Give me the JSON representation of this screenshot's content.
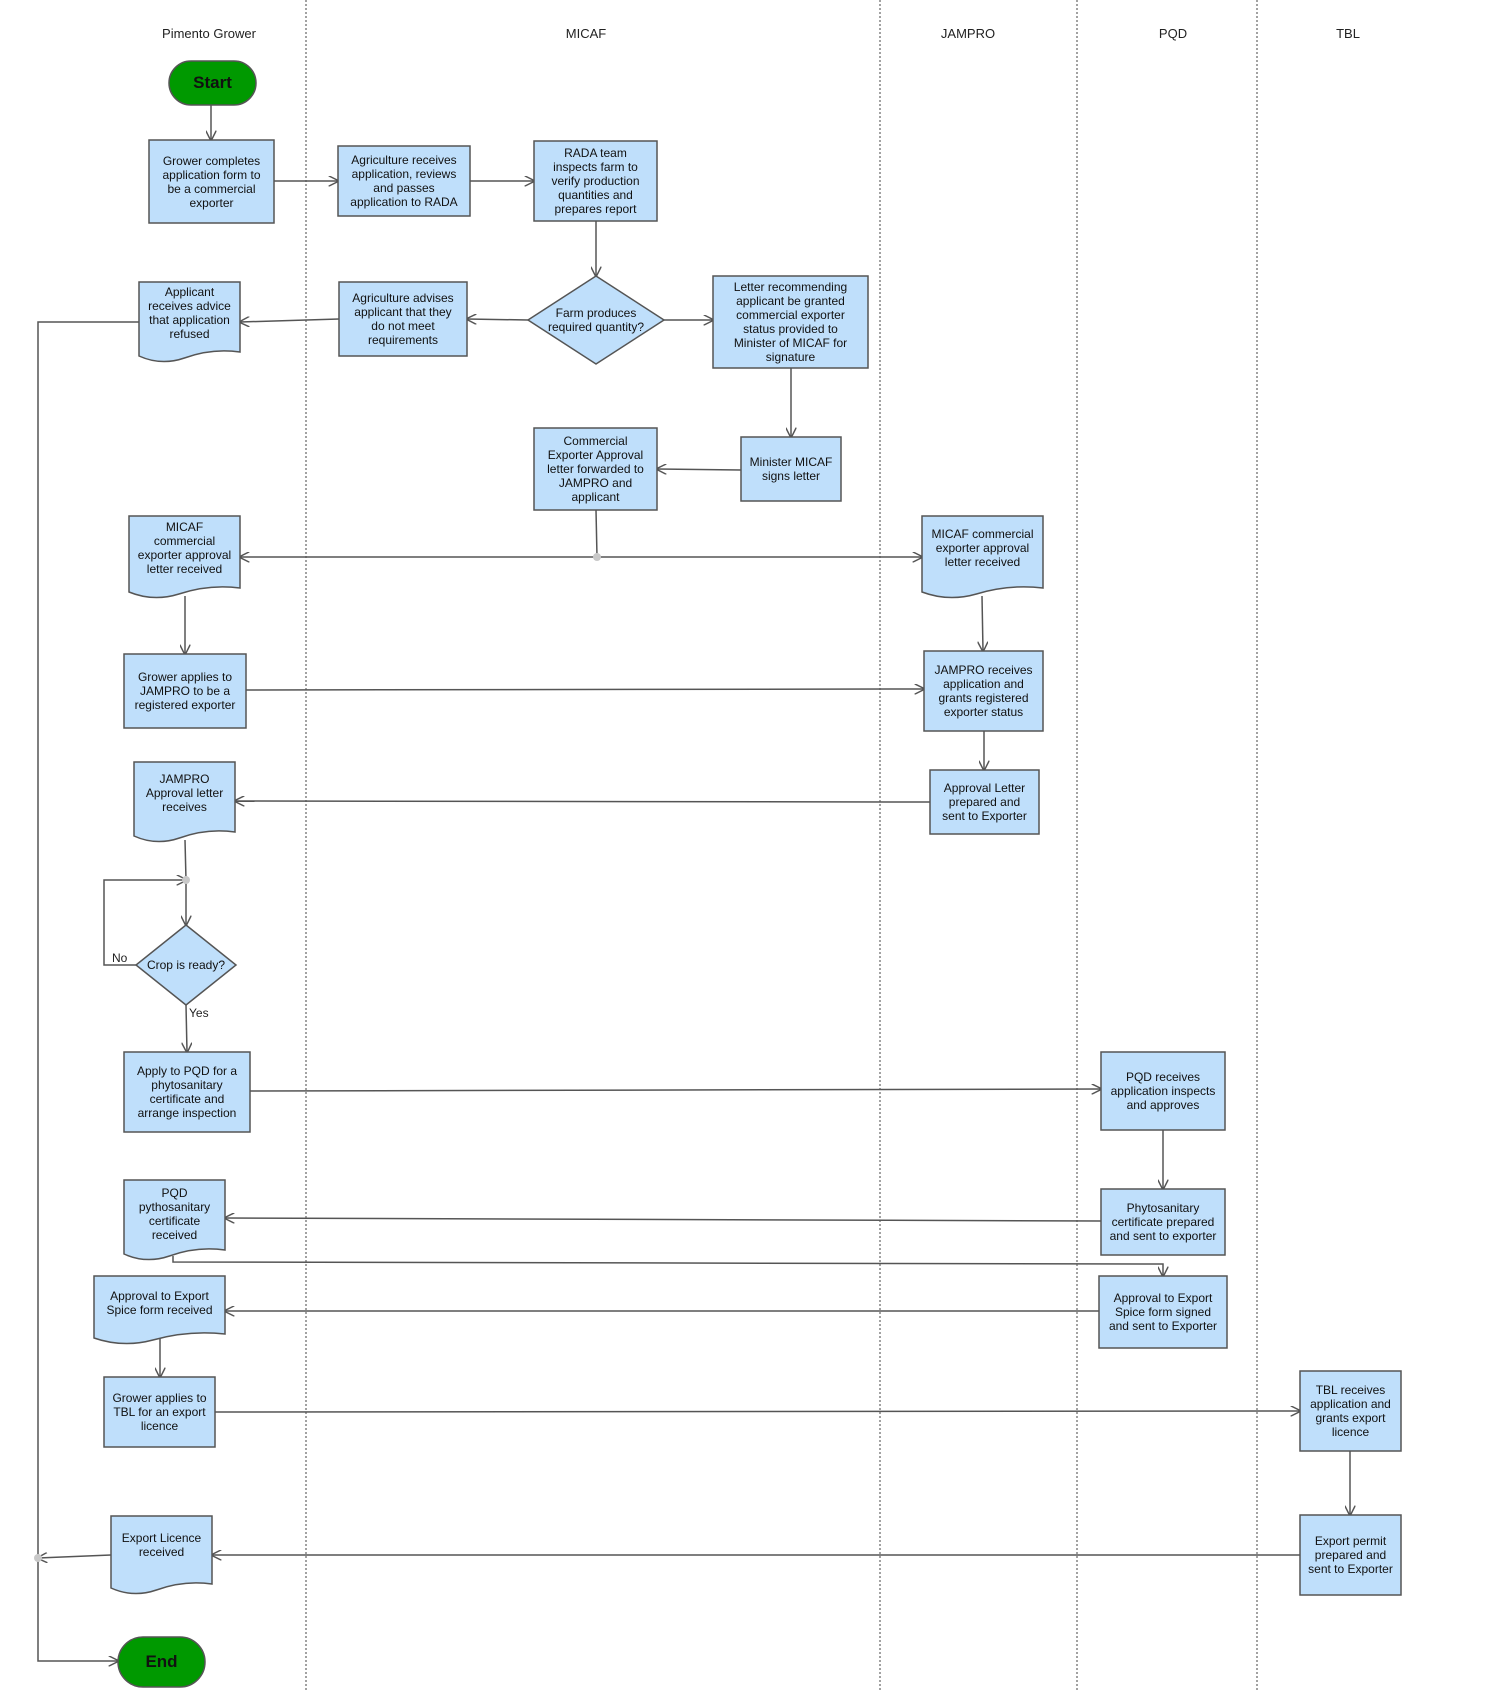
{
  "lanes": [
    "Pimento Grower",
    "MICAF",
    "JAMPRO",
    "PQD",
    "TBL"
  ],
  "nodes": {
    "start": "Start",
    "end": "End",
    "grower_apply": "Grower completes\napplication form to\nbe a commercial\nexporter",
    "agri_receives": "Agriculture receives\napplication, reviews\nand passes\napplication to RADA",
    "rada_inspect": "RADA team\ninspects farm to\nverify production\nquantities and\nprepares report",
    "decision_quantity": "Farm produces\nrequired quantity?",
    "agri_advises": "Agriculture advises\napplicant that they\ndo not meet\nrequirements",
    "refused": "Applicant\nreceives advice\nthat application\nrefused",
    "letter_recommend": "Letter recommending\napplicant be granted\ncommercial exporter\nstatus provided to\nMinister of  MICAF for\nsignature",
    "minister_signs": "Minister MICAF\nsigns letter",
    "approval_forwarded": "Commercial\nExporter Approval\nletter forwarded to\nJAMPRO and\napplicant",
    "micaf_letter_grower": "MICAF\ncommercial\nexporter approval\nletter received",
    "micaf_letter_jampro": "MICAF commercial\nexporter approval\nletter received",
    "grower_jampro": "Grower applies to\nJAMPRO to be a\nregistered exporter",
    "jampro_receives": "JAMPRO receives\napplication and\ngrants registered\nexporter status",
    "jampro_letter_sent": "Approval Letter\nprepared and\nsent to Exporter",
    "jampro_letter_received": "JAMPRO\nApproval letter\nreceives",
    "decision_crop": "Crop is ready?",
    "apply_pqd": "Apply to PQD for a\nphytosanitary\ncertificate and\narrange inspection",
    "pqd_receives": "PQD receives\napplication inspects\nand approves",
    "phyto_prepared": "Phytosanitary\ncertificate prepared\nand sent to exporter",
    "pqd_cert_received": "PQD\npythosanitary\ncertificate\nreceived",
    "spice_signed": "Approval to Export\nSpice form signed\nand sent to Exporter",
    "spice_received": "Approval to Export\nSpice form received",
    "grower_tbl": "Grower applies to\nTBL for an export\nlicence",
    "tbl_receives": "TBL receives\napplication and\ngrants export\nlicence",
    "export_permit": "Export permit\nprepared and\nsent to Exporter",
    "licence_received": "Export Licence\nreceived"
  },
  "edge_labels": {
    "no": "No",
    "yes": "Yes"
  },
  "colors": {
    "process_fill": "#bfdffb",
    "process_stroke": "#555555",
    "terminator_fill": "#009900",
    "line": "#555555",
    "junction": "#c8c8c8"
  }
}
